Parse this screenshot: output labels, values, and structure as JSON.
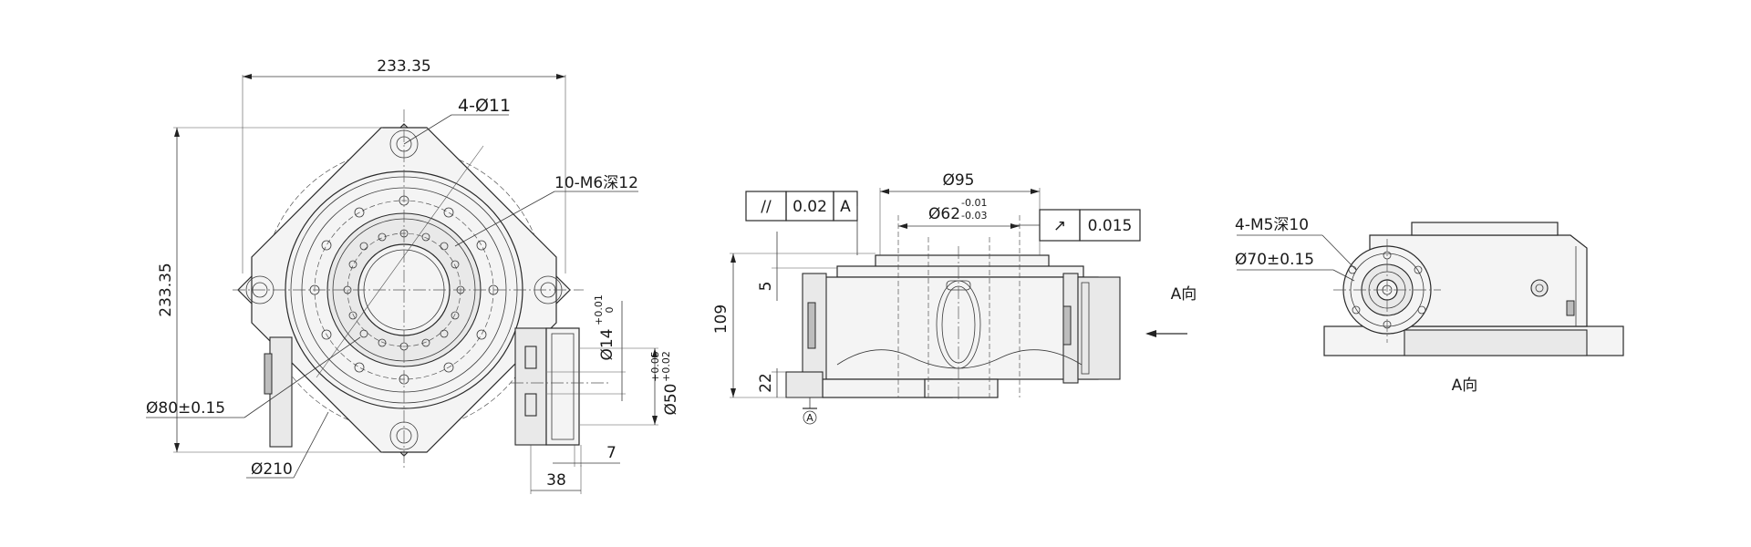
{
  "dimensions": {
    "top_width": "233.35",
    "left_height": "233.35",
    "holes_4": "4-Ø11",
    "threads_10": "10-M6深12",
    "dia_80": "Ø80±0.15",
    "dia_210": "Ø210",
    "dia_14": "Ø14",
    "dia_14_tol_upper": "+0.01",
    "dia_14_tol_lower": "0",
    "dia_50": "Ø50",
    "dia_50_tol_upper": "+0.05",
    "dia_50_tol_lower": "+0.02",
    "len_7": "7",
    "len_38": "38",
    "dia_95": "Ø95",
    "dia_62": "Ø62",
    "dia_62_tol_upper": "-0.01",
    "dia_62_tol_lower": "-0.03",
    "h_5": "5",
    "h_109": "109",
    "h_22": "22",
    "datum": "A",
    "threads_4": "4-M5深10",
    "dia_70": "Ø70±0.15"
  },
  "tolerance_frames": {
    "parallelism": {
      "symbol": "//",
      "value": "0.02",
      "datum": "A"
    },
    "runout": {
      "symbol": "↗",
      "value": "0.015"
    }
  },
  "views": {
    "arrow_label": "A向",
    "view_caption": "A向"
  }
}
